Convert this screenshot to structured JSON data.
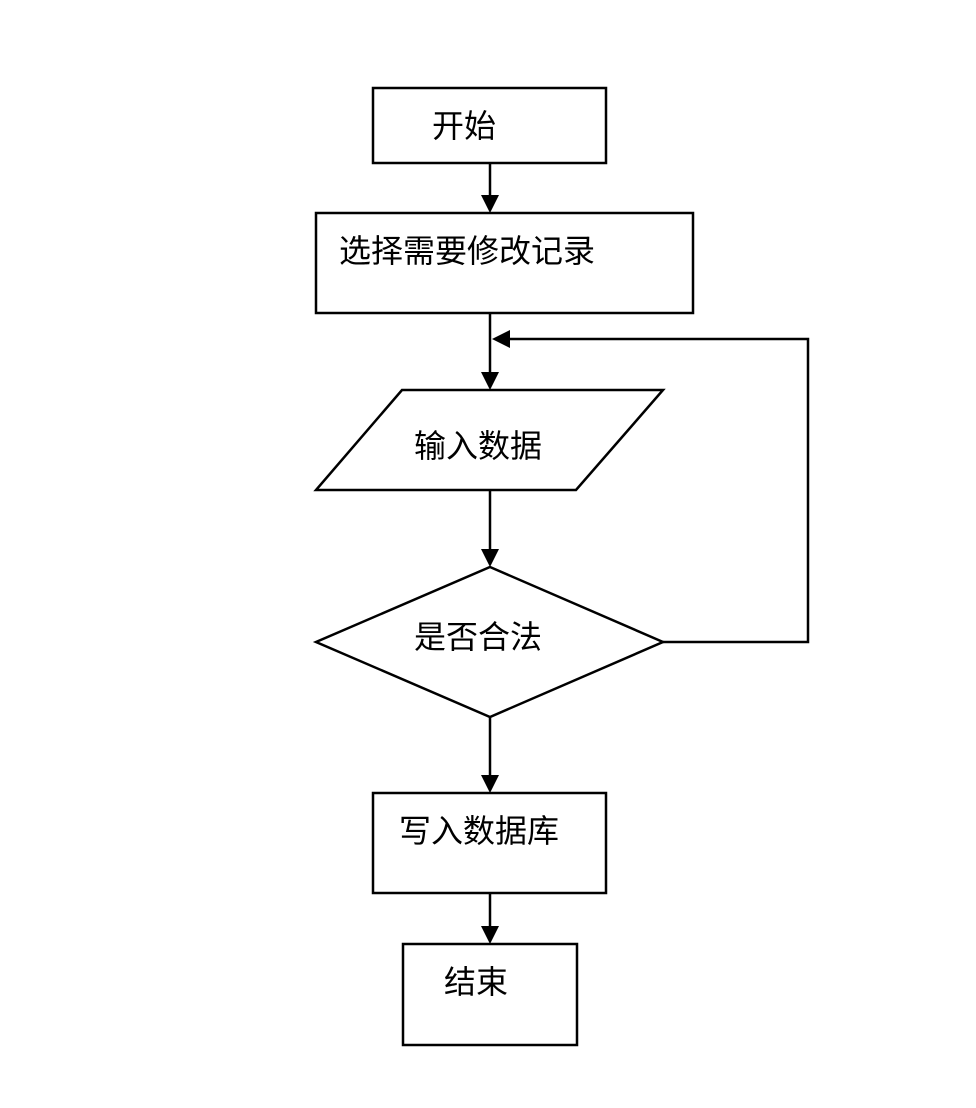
{
  "flowchart": {
    "nodes": [
      {
        "id": "start",
        "shape": "rectangle",
        "label": "开始"
      },
      {
        "id": "select-record",
        "shape": "rectangle",
        "label": "选择需要修改记录"
      },
      {
        "id": "input-data",
        "shape": "parallelogram",
        "label": "输入数据"
      },
      {
        "id": "is-valid",
        "shape": "diamond",
        "label": "是否合法"
      },
      {
        "id": "write-db",
        "shape": "rectangle",
        "label": "写入数据库"
      },
      {
        "id": "end",
        "shape": "rectangle",
        "label": "结束"
      }
    ],
    "edges": [
      {
        "from": "start",
        "to": "select-record"
      },
      {
        "from": "select-record",
        "to": "input-data"
      },
      {
        "from": "input-data",
        "to": "is-valid"
      },
      {
        "from": "is-valid",
        "to": "write-db"
      },
      {
        "from": "write-db",
        "to": "end"
      },
      {
        "from": "is-valid",
        "to": "input-data",
        "route": "loop-back-right"
      }
    ],
    "colors": {
      "stroke": "#000000",
      "fill": "#ffffff",
      "text": "#000000"
    }
  }
}
